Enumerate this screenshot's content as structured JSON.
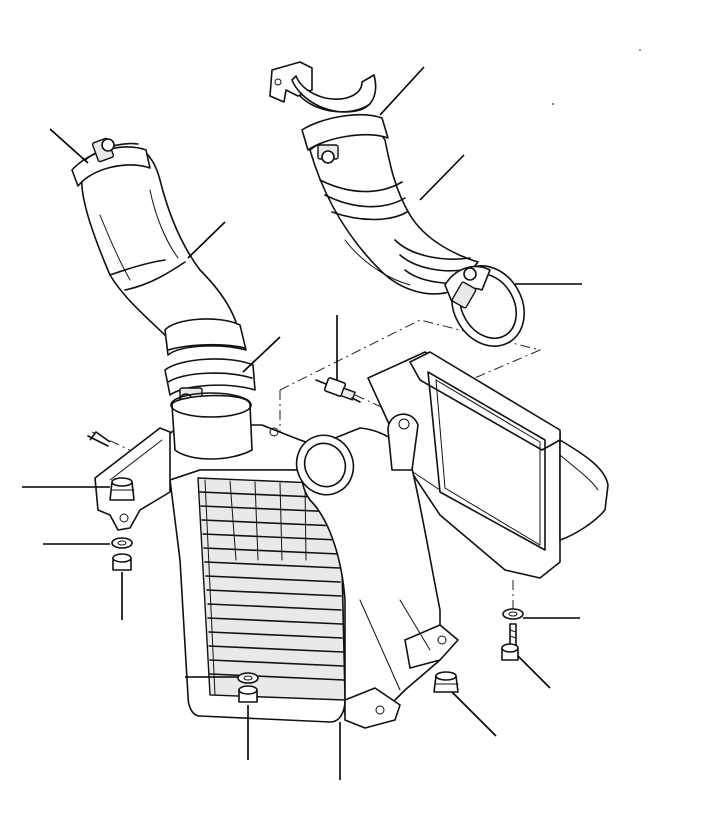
{
  "diagram": {
    "style": "exploded-parts-line-drawing",
    "background": "#ffffff",
    "line_color": "#111111",
    "parts": [
      "intercooler",
      "intercooler-air-duct",
      "left-charge-air-hose",
      "right-charge-air-hose",
      "hose-clamp",
      "mounting-bracket",
      "temperature-sensor",
      "rubber-mount",
      "washer",
      "nut",
      "bolt"
    ],
    "callout_labels": []
  }
}
